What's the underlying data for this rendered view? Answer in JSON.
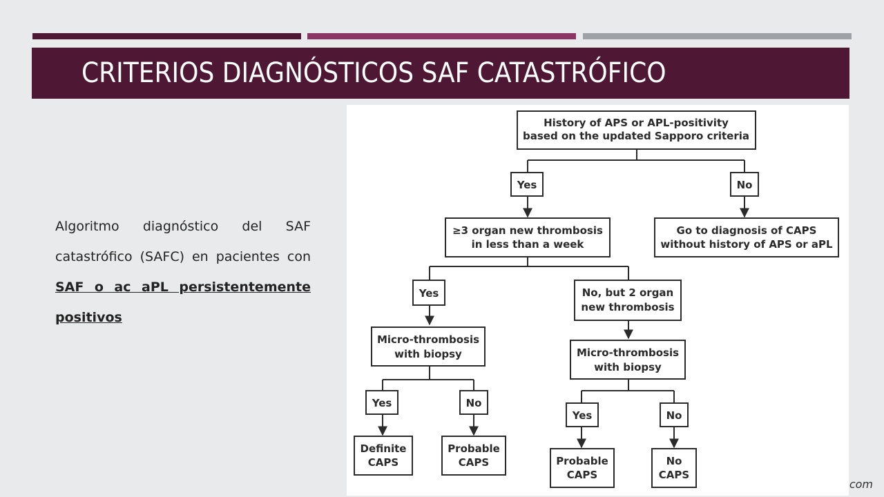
{
  "slide": {
    "title": "CRITERIOS DIAGNÓSTICOS SAF CATASTRÓFICO",
    "body_prefix": "Algoritmo diagnóstico del SAF catastrófico (SAFC) en pacientes con ",
    "body_emphasis": "SAF o ac aPL persistentemente positivos",
    "footer_fragment": "com"
  },
  "colors": {
    "stripe_1": "#4e1733",
    "stripe_2": "#8c3464",
    "stripe_3": "#9ea1a6",
    "title_bar": "#4e1733",
    "background": "#e9eaec"
  },
  "diagram": {
    "root": [
      "History of APS or APL-positivity",
      "based on the updated Sapporo criteria"
    ],
    "yes": "Yes",
    "no": "No",
    "organ3": [
      "≥3 organ new thrombosis",
      "in less than a week"
    ],
    "go_to": [
      "Go to diagnosis of CAPS",
      "without history of APS or aPL"
    ],
    "no_but_2": [
      "No, but 2 organ",
      "new thrombosis"
    ],
    "micro": [
      "Micro-thrombosis",
      "with biopsy"
    ],
    "definite": [
      "Definite",
      "CAPS"
    ],
    "probable": [
      "Probable",
      "CAPS"
    ],
    "no_caps": [
      "No",
      "CAPS"
    ]
  }
}
